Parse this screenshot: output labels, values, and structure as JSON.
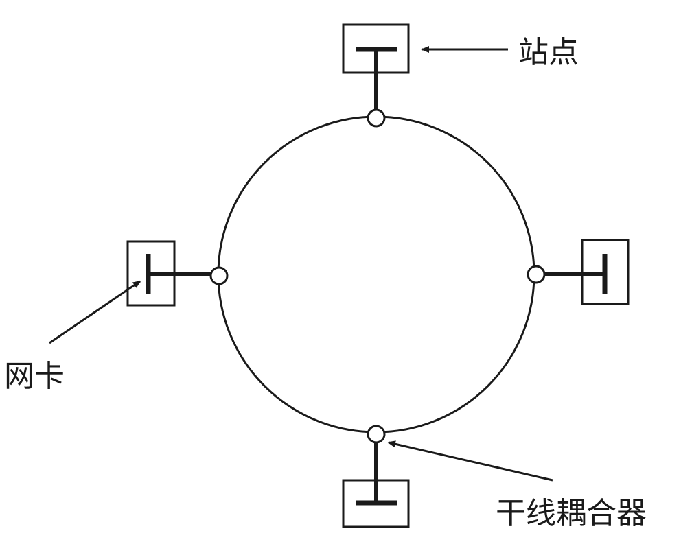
{
  "labels": {
    "station": "站点",
    "nic": "网卡",
    "trunk_coupler": "干线耦合器"
  },
  "colors": {
    "line": "#1a1a1a",
    "background": "#ffffff"
  }
}
